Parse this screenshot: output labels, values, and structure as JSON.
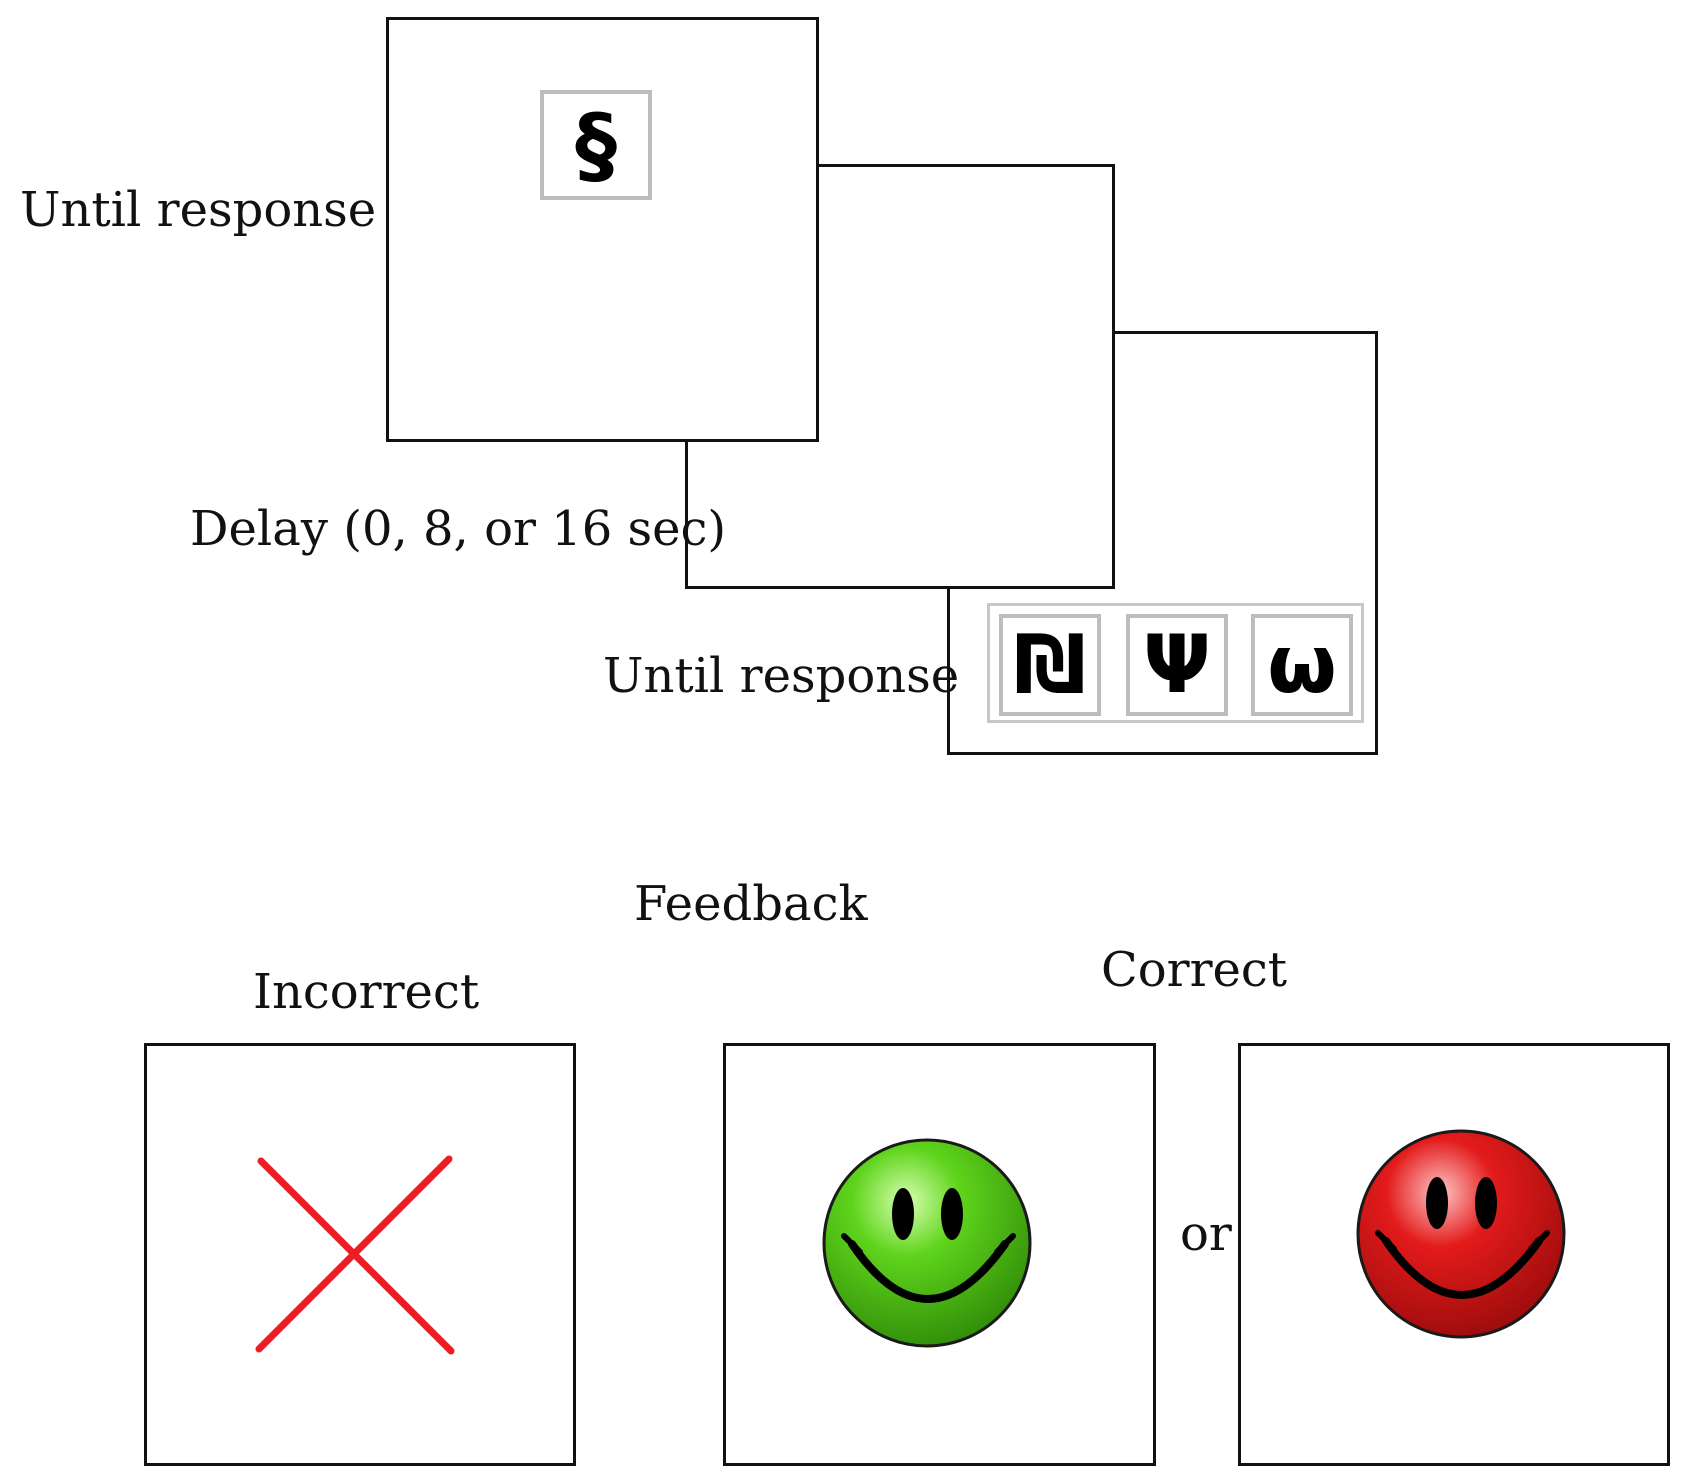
{
  "labels": {
    "until_response_1": "Until response",
    "delay": "Delay (0, 8, or 16 sec)",
    "until_response_2": "Until response",
    "feedback": "Feedback",
    "incorrect": "Incorrect",
    "correct": "Correct",
    "or": "or"
  },
  "stimuli": {
    "sample_symbol": "§",
    "choices": [
      "₪",
      "Ψ",
      "ω"
    ]
  },
  "colors": {
    "cross": "#ee1c24",
    "smiley_green": "#5fd41c",
    "smiley_red": "#e31b1b",
    "tile_border": "#bdbdbd"
  },
  "icons": {
    "incorrect_feedback": "red-cross-icon",
    "correct_feedback_1": "green-smiley-icon",
    "correct_feedback_2": "red-smiley-icon"
  }
}
